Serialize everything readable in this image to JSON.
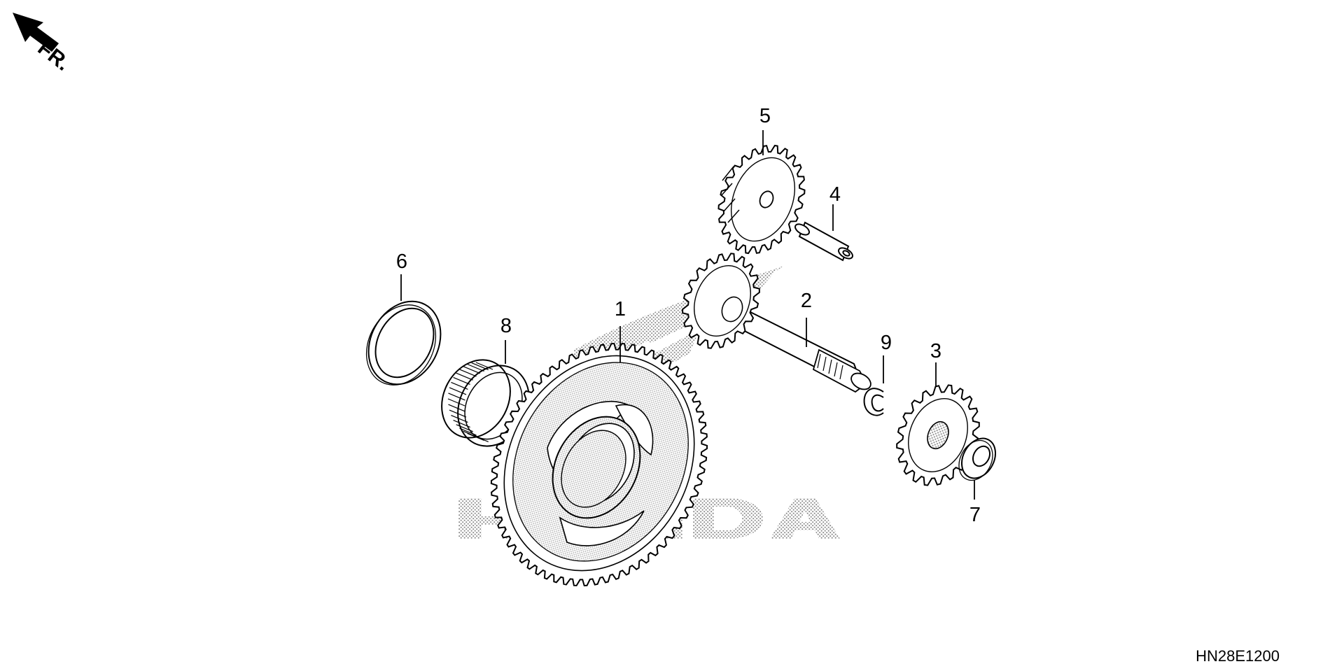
{
  "orientation": {
    "label": "FR.",
    "icon": "front-direction-arrow-icon"
  },
  "diagram_code": "HN28E1200",
  "watermark": {
    "text": "HONDA",
    "icon": "honda-wing-logo"
  },
  "callouts": [
    "1",
    "2",
    "3",
    "4",
    "5",
    "6",
    "7",
    "8",
    "9"
  ],
  "colors": {
    "line": "#000000",
    "background": "#ffffff",
    "watermark": "#9a9a9a"
  }
}
